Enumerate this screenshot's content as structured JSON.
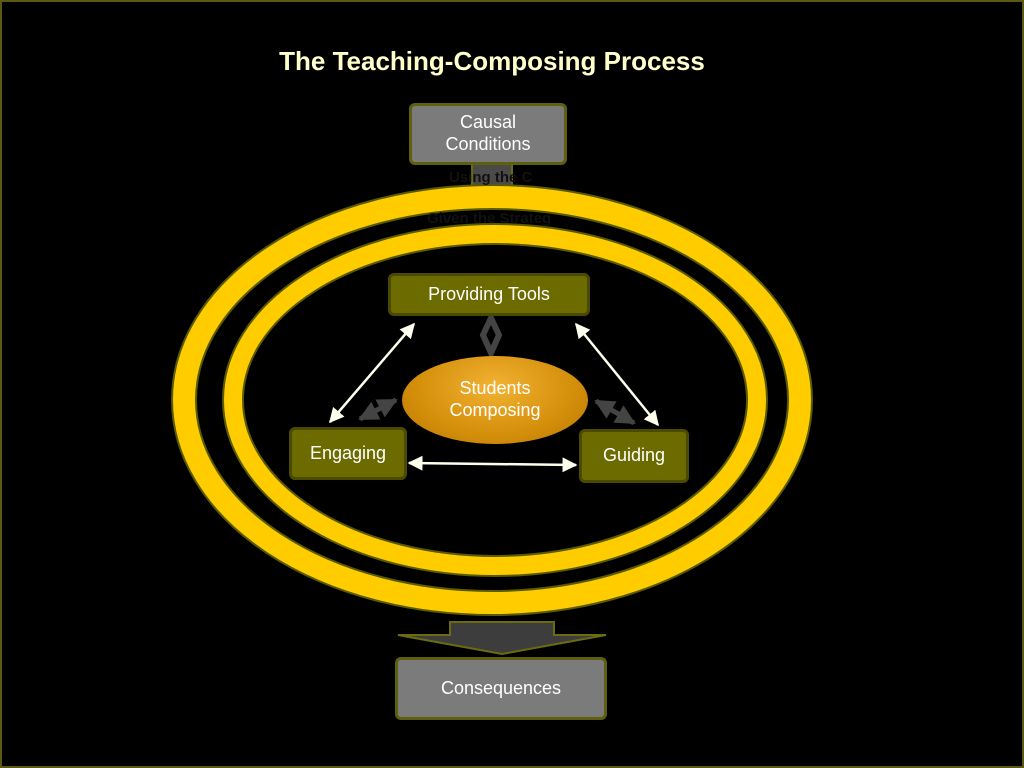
{
  "title": "The Teaching-Composing Process",
  "nodes": {
    "causal": "Causal\nConditions",
    "providing_tools": "Providing Tools",
    "students": "Students\nComposing",
    "engaging": "Engaging",
    "guiding": "Guiding",
    "consequences": "Consequences"
  },
  "occluded_text": {
    "line1": "Using the C",
    "line2": "Given the Strateg"
  },
  "colors": {
    "background": "#000000",
    "ring": "#ffcc00",
    "ring_edge": "#4a4a00",
    "olive_box": "#6b6b00",
    "grey_box": "#7b7b7b",
    "student_fill": "#e0a020",
    "arrow": "#ffffee"
  }
}
